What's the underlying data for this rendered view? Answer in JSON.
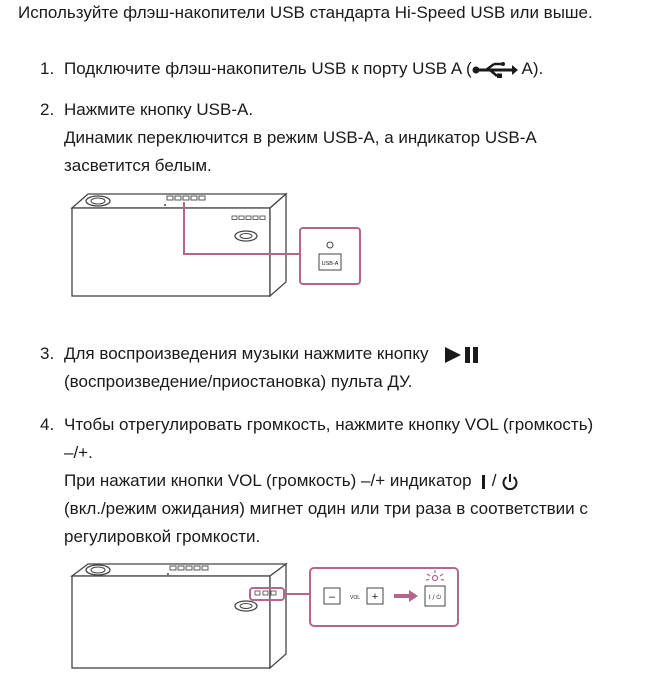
{
  "intro": "Используйте флэш-накопители USB стандарта Hi-Speed USB или выше.",
  "steps": [
    {
      "num": "1.",
      "text_before": "Подключите флэш-накопитель USB к порту USB A (",
      "text_after": " A)."
    },
    {
      "num": "2.",
      "line1": "Нажмите кнопку USB-A.",
      "line2": "Динамик переключится в режим USB-A, а индикатор USB-A",
      "line3": "засветится белым."
    },
    {
      "num": "3.",
      "line1": "Для воспроизведения музыки нажмите кнопку",
      "line2": "(воспроизведение/приостановка) пульта ДУ."
    },
    {
      "num": "4.",
      "line1": "Чтобы отрегулировать громкость, нажмите кнопку VOL (громкость)",
      "line2": "–/+.",
      "line3": "При нажатии кнопки VOL (громкость) –/+ индикатор",
      "line3_sym": "/",
      "line4": "(вкл./режим ожидания) мигнет один или три раза в соответствии с",
      "line5": "регулировкой громкости."
    }
  ],
  "figure1": {
    "button_label": "USB-A"
  },
  "figure2": {
    "minus_label": "–",
    "vol_label": "VOL",
    "plus_label": "+",
    "power_label": "I / ⏻"
  },
  "colors": {
    "callout": "#b5668b",
    "text": "#1a1a1a",
    "line": "#444444"
  }
}
